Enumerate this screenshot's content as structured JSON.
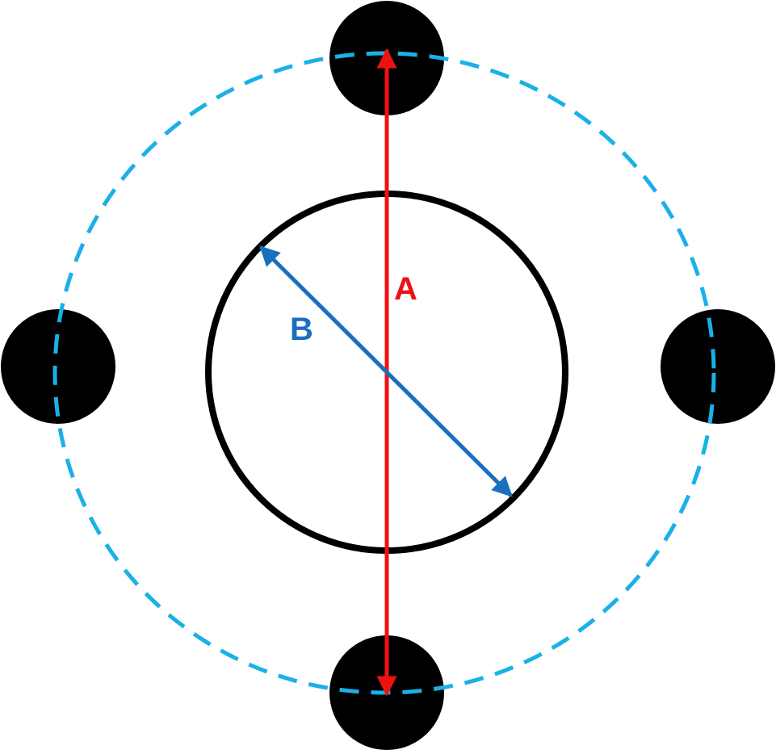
{
  "labels": {
    "a": "A",
    "b": "B"
  },
  "colors": {
    "background": "#ffffff",
    "bolt": "#000000",
    "center_bore": "#000000",
    "bolt_circle": "#1ab0e8",
    "dimension_a": "#ee1111",
    "dimension_b": "#1a6fbf"
  },
  "bolt_count": 4
}
